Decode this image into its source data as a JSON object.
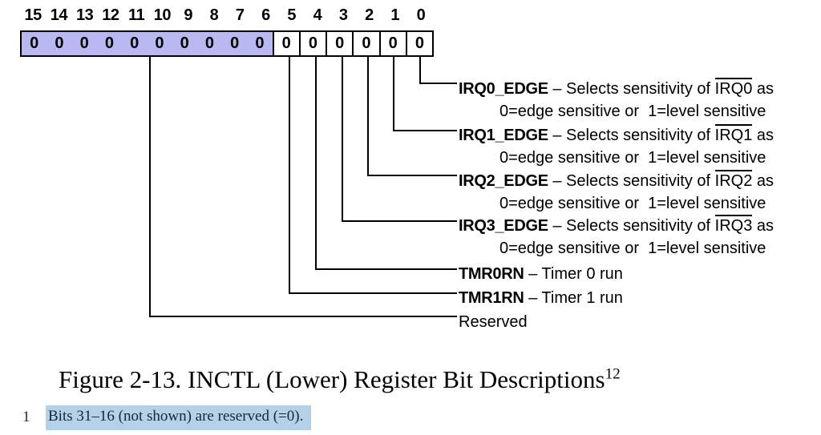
{
  "register": {
    "bit_numbers": [
      "15",
      "14",
      "13",
      "12",
      "11",
      "10",
      "9",
      "8",
      "7",
      "6",
      "5",
      "4",
      "3",
      "2",
      "1",
      "0"
    ],
    "reserved_values": [
      "0",
      "0",
      "0",
      "0",
      "0",
      "0",
      "0",
      "0",
      "0",
      "0"
    ],
    "bit_values": [
      "0",
      "0",
      "0",
      "0",
      "0",
      "0"
    ],
    "reserved_fill_color": "#b9b9f1"
  },
  "labels": [
    {
      "name": "IRQ0_EDGE",
      "pre": " – Selects sensitivity of ",
      "signal": "IRQ0",
      "post": " as",
      "line2": "0=edge sensitive or  1=level sensitive"
    },
    {
      "name": "IRQ1_EDGE",
      "pre": " – Selects sensitivity of ",
      "signal": "IRQ1",
      "post": " as",
      "line2": "0=edge sensitive or  1=level sensitive"
    },
    {
      "name": "IRQ2_EDGE",
      "pre": " – Selects sensitivity of ",
      "signal": "IRQ2",
      "post": " as",
      "line2": "0=edge sensitive or  1=level sensitive"
    },
    {
      "name": "IRQ3_EDGE",
      "pre": " – Selects sensitivity of ",
      "signal": "IRQ3",
      "post": " as",
      "line2": "0=edge sensitive or  1=level sensitive"
    },
    {
      "name": "TMR0RN",
      "pre": " – Timer 0 run"
    },
    {
      "name": "TMR1RN",
      "pre": " – Timer 1 run"
    },
    {
      "reserved": "Reserved"
    }
  ],
  "caption": {
    "text": "Figure 2-13. INCTL (Lower) Register Bit Descriptions",
    "superscript": "12"
  },
  "footnote": {
    "marker": "1",
    "text": "Bits 31–16 (not shown) are reserved (=0).",
    "highlight_color": "#b5d1e7"
  }
}
